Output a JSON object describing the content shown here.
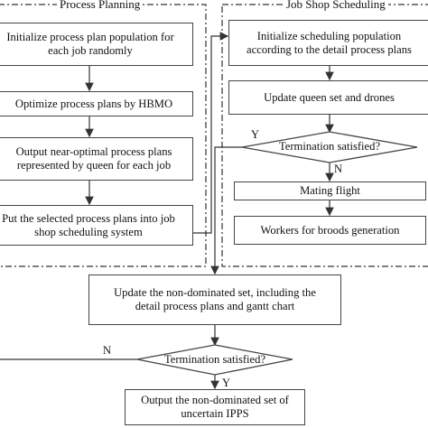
{
  "sections": {
    "process_planning": "Process Planning",
    "job_shop_scheduling": "Job Shop Scheduling"
  },
  "left_column": {
    "init": "Initialize process plan population for\neach job randomly",
    "optimize": "Optimize process plans by HBMO",
    "output": "Output  near-optimal process plans\nrepresented by queen for each job",
    "put": "Put the selected process plans into job\nshop scheduling system"
  },
  "right_column": {
    "init": "Initialize scheduling population\naccording to the detail process plans",
    "update": "Update queen set and drones",
    "termination": "Termination satisfied?",
    "mating": "Mating flight",
    "workers": "Workers for broods generation"
  },
  "bottom": {
    "update_nondominated": "Update the non-dominated set, including the\ndetail process plans and gantt chart",
    "termination": "Termination satisfied?",
    "output": "Output the non-dominated set of\nuncertain IPPS"
  },
  "branch_labels": {
    "inner_yes": "Y",
    "inner_no": "N",
    "outer_no": "N",
    "outer_yes": "Y"
  }
}
